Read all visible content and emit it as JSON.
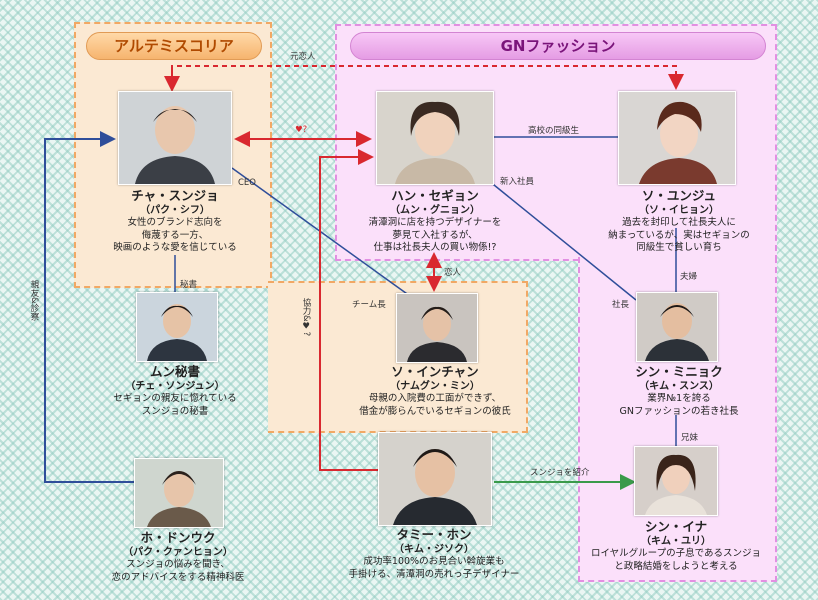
{
  "groups": {
    "artemis": "アルテミスコリア",
    "gn": "GNファッション"
  },
  "relations": {
    "former_lovers": "元恋人",
    "heart": "♥?",
    "ceo": "CEO",
    "high_school": "高校の同級生",
    "new_employee": "新入社員",
    "secretary": "秘書",
    "lovers": "恋人",
    "cooperation": "協力&♥?",
    "team_leader": "チーム長",
    "couple": "夫婦",
    "president": "社長",
    "siblings": "兄妹",
    "introduce": "スンジョを紹介",
    "close_friend": "親友&診察"
  },
  "people": {
    "cha": {
      "name": "チャ・スンジョ",
      "actor": "（パク・シフ）",
      "desc": [
        "女性のブランド志向を",
        "侮蔑する一方、",
        "映画のような愛を信じている"
      ]
    },
    "han": {
      "name": "ハン・セギョン",
      "actor": "（ムン・グニョン）",
      "desc": [
        "清潭洞に店を持つデザイナーを",
        "夢見て入社するが、",
        "仕事は社長夫人の買い物係!?"
      ]
    },
    "so_yunju": {
      "name": "ソ・ユンジュ",
      "actor": "（ソ・イヒョン）",
      "desc": [
        "過去を封印して社長夫人に",
        "納まっているが、実はセギョンの",
        "同級生で貧しい育ち"
      ]
    },
    "mun": {
      "name": "ムン秘書",
      "actor": "（チェ・ソンジュン）",
      "desc": [
        "セギョンの親友に惚れている",
        "スンジョの秘書"
      ]
    },
    "so_inchan": {
      "name": "ソ・インチャン",
      "actor": "（ナムグン・ミン）",
      "desc": [
        "母親の入院費の工面ができず、",
        "借金が膨らんでいるセギョンの彼氏"
      ]
    },
    "shin_minhyuk": {
      "name": "シン・ミニョク",
      "actor": "（キム・スンス）",
      "desc": [
        "業界№1を誇る",
        "GNファッションの若き社長"
      ]
    },
    "ho": {
      "name": "ホ・ドンウク",
      "actor": "（パク・クァンヒョン）",
      "desc": [
        "スンジョの悩みを聞き、",
        "恋のアドバイスをする精神科医"
      ]
    },
    "tammy": {
      "name": "タミー・ホン",
      "actor": "（キム・ジソク）",
      "desc": [
        "成功率100%のお見合い斡旋業も",
        "手掛ける、清潭洞の売れっ子デザイナー"
      ]
    },
    "shin_ina": {
      "name": "シン・イナ",
      "actor": "（キム・ユリ）",
      "desc": [
        "ロイヤルグループの子息であるスンジョ",
        "と政略結婚をしようと考える"
      ]
    }
  },
  "colors": {
    "artemis_fill": "#fbe9d3",
    "artemis_border": "#f1a864",
    "gn_fill": "#fbe0fa",
    "gn_border": "#e28fe2",
    "line_blue": "#2f4e9a",
    "line_red": "#d9282f",
    "line_green": "#3a9a4a"
  },
  "icons": {
    "heart": "heart-icon",
    "portrait": "portrait-photo"
  }
}
